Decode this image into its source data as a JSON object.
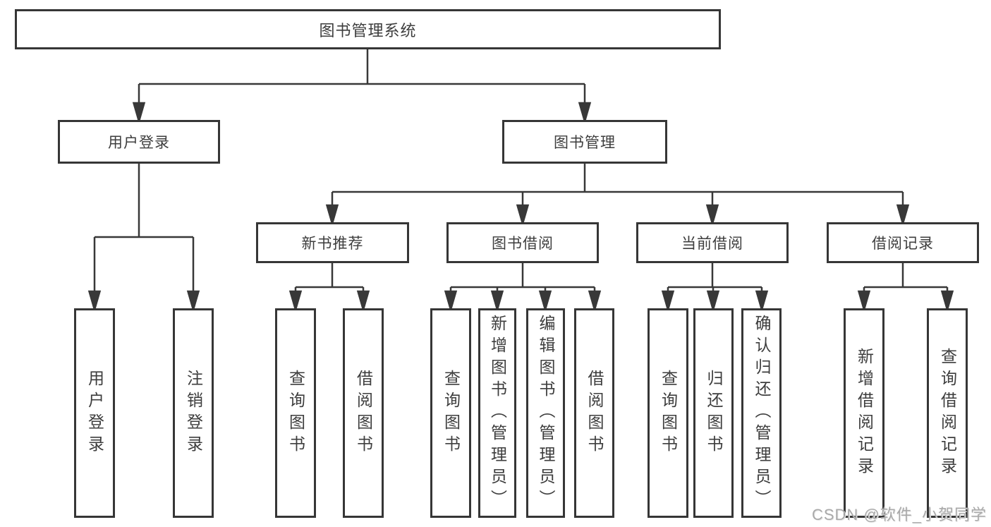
{
  "diagram": {
    "tree": {
      "label": "图书管理系统",
      "children": [
        {
          "label": "用户登录",
          "children": [
            {
              "label": "用户登录"
            },
            {
              "label": "注销登录"
            }
          ]
        },
        {
          "label": "图书管理",
          "children": [
            {
              "label": "新书推荐",
              "children": [
                {
                  "label": "查询图书"
                },
                {
                  "label": "借阅图书"
                }
              ]
            },
            {
              "label": "图书借阅",
              "children": [
                {
                  "label": "查询图书"
                },
                {
                  "label": "新增图书（管理员）"
                },
                {
                  "label": "编辑图书（管理员）"
                },
                {
                  "label": "借阅图书"
                }
              ]
            },
            {
              "label": "当前借阅",
              "children": [
                {
                  "label": "查询图书"
                },
                {
                  "label": "归还图书"
                },
                {
                  "label": "确认归还（管理员）"
                }
              ]
            },
            {
              "label": "借阅记录",
              "children": [
                {
                  "label": "新增借阅记录"
                },
                {
                  "label": "查询借阅记录"
                }
              ]
            }
          ]
        }
      ]
    },
    "watermark": "CSDN @软件_小贺同学",
    "colors": {
      "line": "#383838",
      "box_border": "#363636",
      "box_fill": "#ffffff",
      "text": "#3d3d3d",
      "watermark": "#a9a9a9",
      "background": "#ffffff"
    }
  }
}
